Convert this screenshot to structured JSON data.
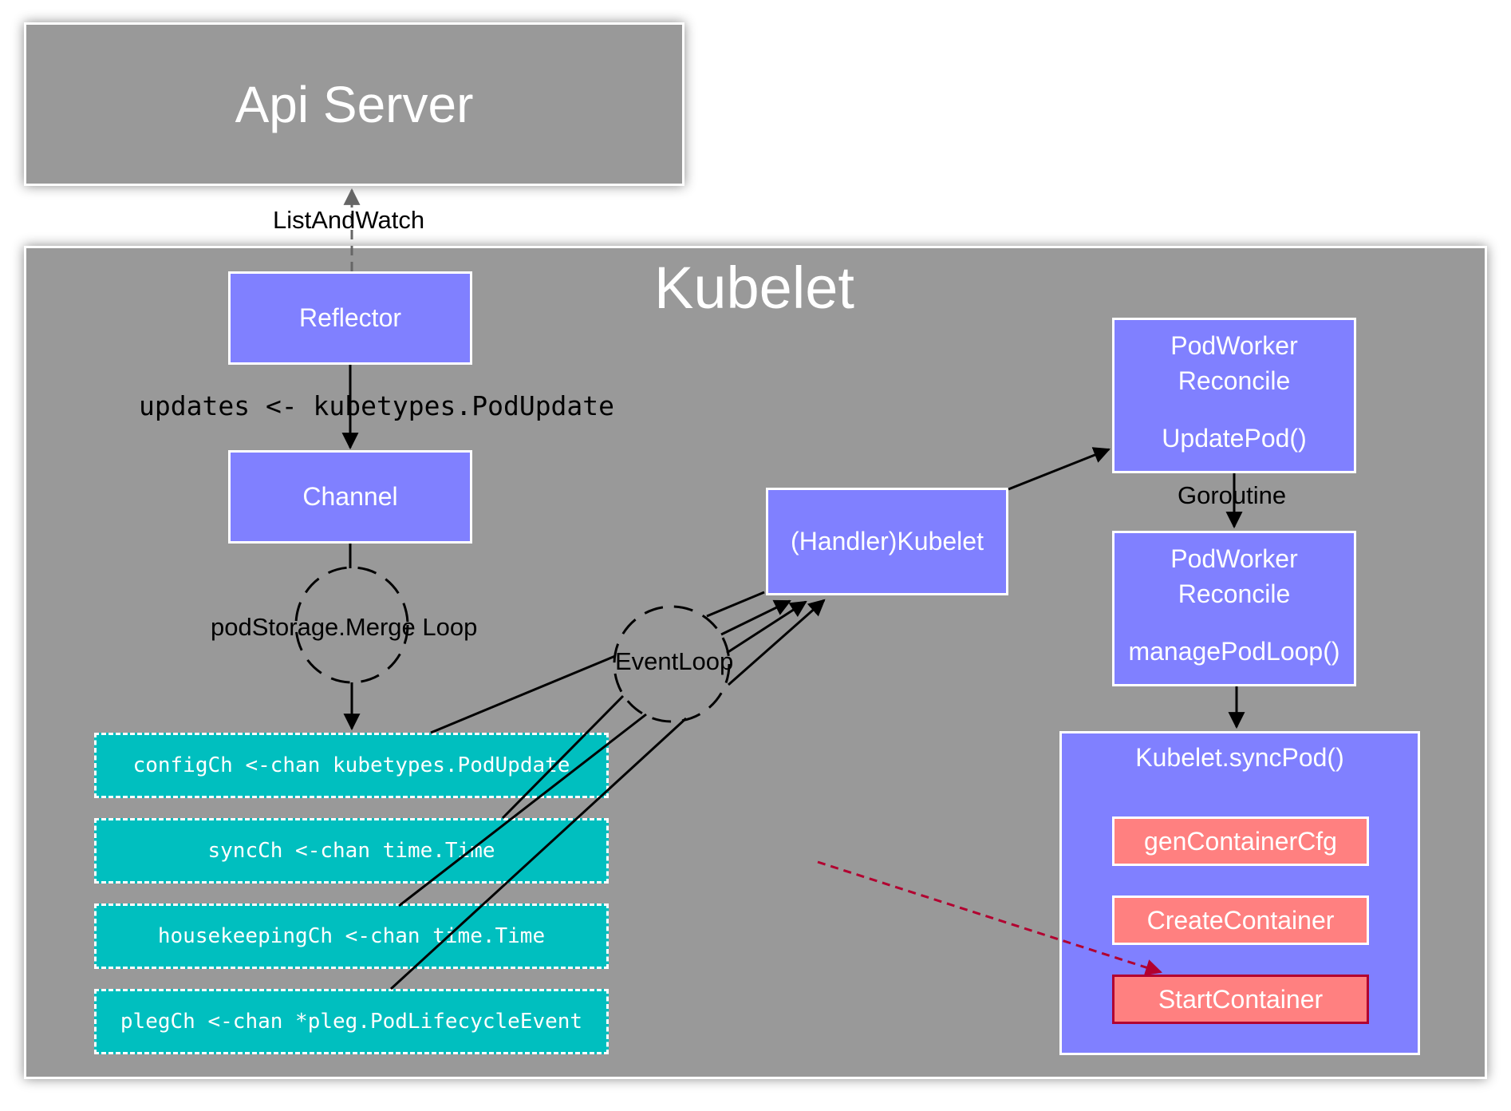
{
  "api_server": {
    "title": "Api Server"
  },
  "kubelet": {
    "title": "Kubelet"
  },
  "edges": {
    "list_and_watch": "ListAndWatch",
    "updates": "updates <- kubetypes.PodUpdate",
    "merge_loop": "podStorage.Merge Loop",
    "event_loop": "EventLoop",
    "goroutine": "Goroutine"
  },
  "nodes": {
    "reflector": "Reflector",
    "channel": "Channel",
    "handler": "(Handler)Kubelet",
    "podworker1": {
      "line1": "PodWorker",
      "line2": "Reconcile",
      "line3": "UpdatePod()"
    },
    "podworker2": {
      "line1": "PodWorker",
      "line2": "Reconcile",
      "line3": "managePodLoop()"
    },
    "sync_pod": {
      "title": "Kubelet.syncPod()",
      "steps": [
        "genContainerCfg",
        "CreateContainer",
        "StartContainer"
      ]
    }
  },
  "channels": [
    "configCh <-chan kubetypes.PodUpdate",
    "syncCh <-chan time.Time",
    "housekeepingCh <-chan time.Time",
    "plegCh <-chan *pleg.PodLifecycleEvent"
  ],
  "colors": {
    "box_purple": "#8080ff",
    "box_teal": "#00bfbf",
    "box_salmon": "#ff8080",
    "container_gray": "#999999",
    "highlight_arrow": "#b20030"
  }
}
